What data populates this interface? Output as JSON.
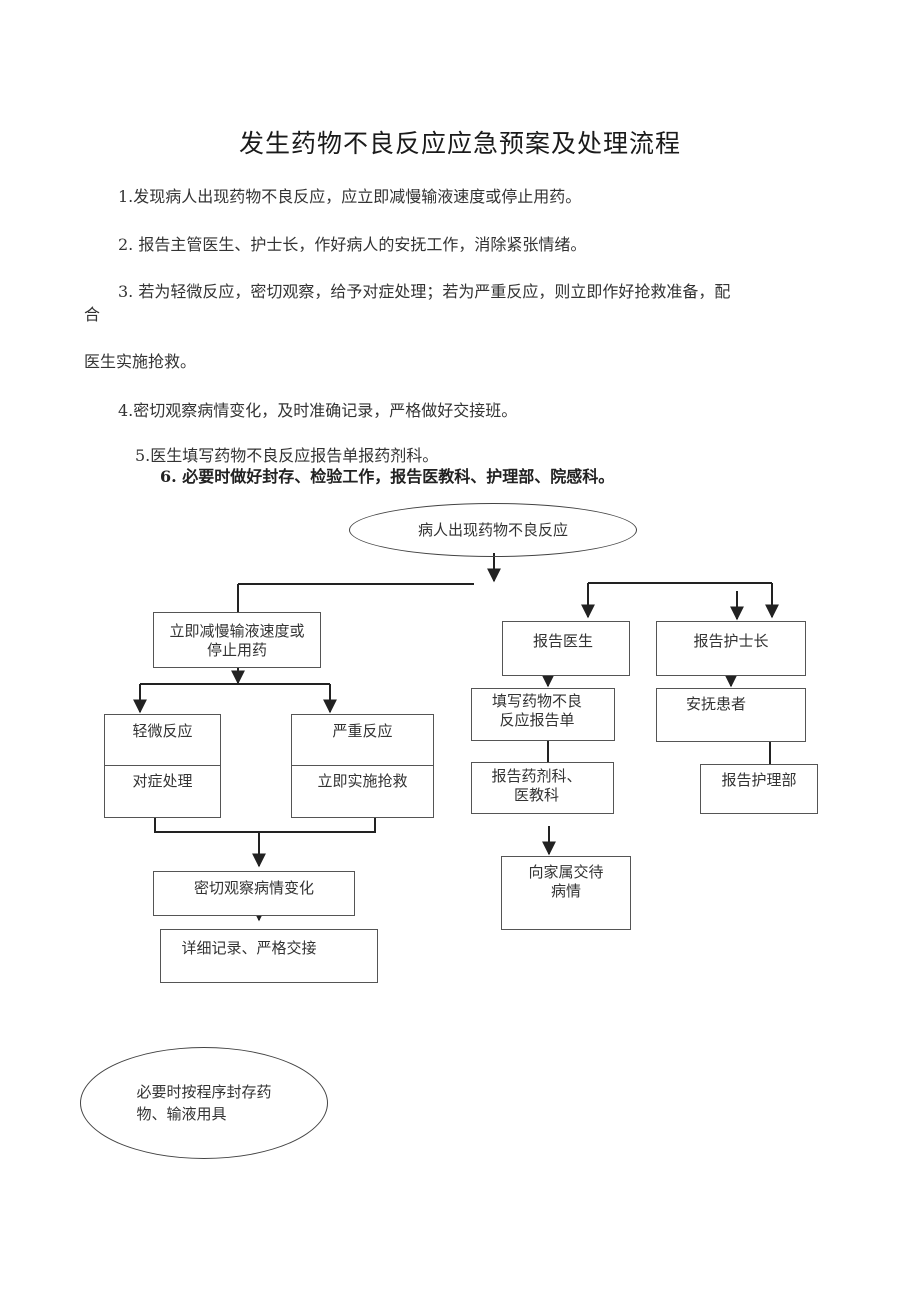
{
  "title": "发生药物不良反应应急预案及处理流程",
  "paragraphs": {
    "p1": "1.发现病人出现药物不良反应，应立即减慢输液速度或停止用药。",
    "p2": "2. 报告主管医生、护士长，作好病人的安抚工作，消除紧张情绪。",
    "p3_line1": "3. 若为轻微反应，密切观察，给予对症处理；若为严重反应，则立即作好抢救准备，配",
    "p3_line2": "合",
    "p3_line3": "医生实施抢救。",
    "p4": "4.密切观察病情变化，及时准确记录，严格做好交接班。",
    "p5": "5.医生填写药物不良反应报告单报药剂科。",
    "p6": "6. 必要时做好封存、检验工作，报告医教科、护理部、院感科。"
  },
  "flow": {
    "start": "病人出现药物不良反应",
    "slow_line1": "立即减慢输液速度或",
    "slow_line2": "停止用药",
    "mild": "轻微反应",
    "severe": "严重反应",
    "symptomatic": "对症处理",
    "rescue": "立即实施抢救",
    "observe": "密切观察病情变化",
    "record": "详细记录、严格交接",
    "report_doctor": "报告医生",
    "report_head_nurse": "报告护士长",
    "fill_line1": "填写药物不良",
    "fill_line2": "反应报告单",
    "pharmacy_line1": "报告药剂科、",
    "pharmacy_line2": "医教科",
    "family_line1": "向家属交待",
    "family_line2": "病情",
    "comfort": "安抚患者",
    "nursing_dept": "报告护理部",
    "seal_line1": "必要时按程序封存药",
    "seal_line2": "物、输液用具"
  }
}
